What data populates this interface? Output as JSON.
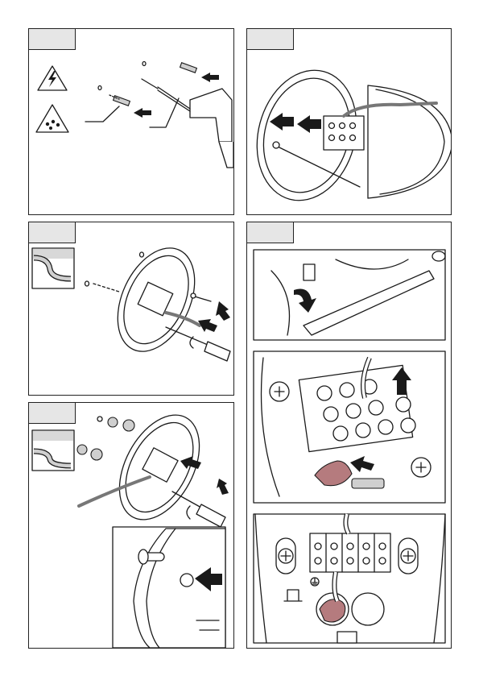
{
  "panels": [
    {
      "id": "step-1",
      "label": ""
    },
    {
      "id": "step-2",
      "label": ""
    },
    {
      "id": "step-3",
      "label": ""
    },
    {
      "id": "step-4",
      "label": ""
    },
    {
      "id": "step-5",
      "label": ""
    }
  ],
  "colors": {
    "ink": "#1a1a1a",
    "tab": "#e6e6e6",
    "cable_insulation": "#b57b7e",
    "cable_sheath": "#777777"
  },
  "icons": [
    "electric-shock-warning-icon",
    "wet-location-warning-icon",
    "drill-icon",
    "wall-plug-icon",
    "push-arrow-icon",
    "screwdriver-icon",
    "wall-cable-inset-icon",
    "terminal-block-icon",
    "earth-symbol-icon"
  ]
}
